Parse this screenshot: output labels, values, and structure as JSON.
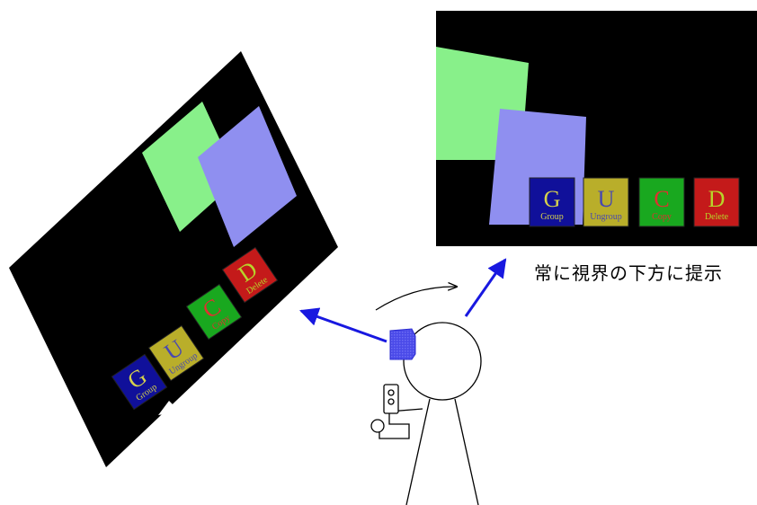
{
  "caption": "常に視界の下方に提示",
  "colors": {
    "screen": "#000000",
    "green_panel": "#88f08a",
    "blue_panel": "#8f8ff0",
    "arrow": "#1818e0",
    "hmd": "#4a4ae8",
    "figure_stroke": "#000000"
  },
  "blocks": [
    {
      "letter": "G",
      "label": "Group",
      "color": "#10109a",
      "text_color": "#d6d24c"
    },
    {
      "letter": "U",
      "label": "Ungroup",
      "color": "#b9ae2a",
      "text_color": "#4848b0"
    },
    {
      "letter": "C",
      "label": "Copy",
      "color": "#19a81f",
      "text_color": "#e03030"
    },
    {
      "letter": "D",
      "label": "Delete",
      "color": "#c41a1a",
      "text_color": "#b8d42a"
    }
  ]
}
